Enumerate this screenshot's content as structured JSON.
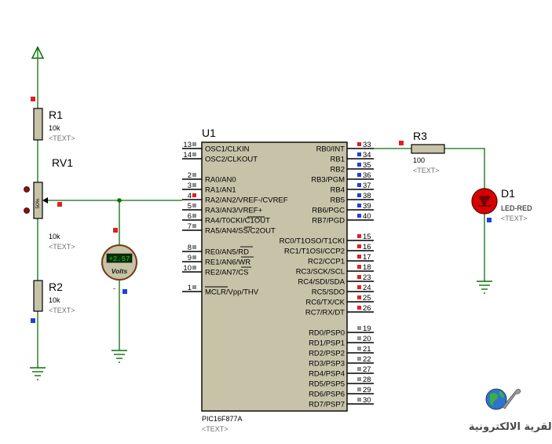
{
  "colors": {
    "wire": "#0a6f0a",
    "chip_fill": "#c6c3a8",
    "component_fill": "#c6c3a8",
    "led_red": "#d80000",
    "pin_red": "#e02020",
    "pin_blue": "#1f3fe0",
    "voltmeter_green": "#19d119"
  },
  "components": {
    "r1": {
      "ref": "R1",
      "value": "10k",
      "text": "<TEXT>"
    },
    "rv1": {
      "ref": "RV1",
      "value": "10k",
      "text": "<TEXT>",
      "percent": "50%"
    },
    "r2": {
      "ref": "R2",
      "value": "10k",
      "text": "<TEXT>"
    },
    "r3": {
      "ref": "R3",
      "value": "100",
      "text": "<TEXT>"
    },
    "d1": {
      "ref": "D1",
      "value": "LED-RED",
      "text": "<TEXT>"
    },
    "voltmeter": {
      "reading": "+2.57",
      "unit": "Volts"
    },
    "u1": {
      "ref": "U1",
      "part": "PIC16F877A",
      "text": "<TEXT>"
    }
  },
  "u1_left_pins": [
    {
      "num": "13",
      "label": "OSC1/CLKIN"
    },
    {
      "num": "14",
      "label": "OSC2/CLKOUT"
    },
    {
      "num": "2",
      "label": "RA0/AN0"
    },
    {
      "num": "3",
      "label": "RA1/AN1"
    },
    {
      "num": "4",
      "label": "RA2/AN2/VREF-/CVREF"
    },
    {
      "num": "5",
      "label": "RA3/AN3/VREF+"
    },
    {
      "num": "6",
      "label": "RA4/T0CKI/C1OUT"
    },
    {
      "num": "7",
      "label": "RA5/AN4/SS/C2OUT"
    },
    {
      "num": "8",
      "label": "RE0/AN5/RD"
    },
    {
      "num": "9",
      "label": "RE1/AN6/WR"
    },
    {
      "num": "10",
      "label": "RE2/AN7/CS"
    },
    {
      "num": "1",
      "label": "MCLR/Vpp/THV"
    }
  ],
  "u1_right_pins": [
    {
      "num": "33",
      "label": "RB0/INT"
    },
    {
      "num": "34",
      "label": "RB1"
    },
    {
      "num": "35",
      "label": "RB2"
    },
    {
      "num": "36",
      "label": "RB3/PGM"
    },
    {
      "num": "37",
      "label": "RB4"
    },
    {
      "num": "38",
      "label": "RB5"
    },
    {
      "num": "39",
      "label": "RB6/PGC"
    },
    {
      "num": "40",
      "label": "RB7/PGD"
    },
    {
      "num": "15",
      "label": "RC0/T1OSO/T1CKI"
    },
    {
      "num": "16",
      "label": "RC1/T1OSI/CCP2"
    },
    {
      "num": "17",
      "label": "RC2/CCP1"
    },
    {
      "num": "18",
      "label": "RC3/SCK/SCL"
    },
    {
      "num": "23",
      "label": "RC4/SDI/SDA"
    },
    {
      "num": "24",
      "label": "RC5/SDO"
    },
    {
      "num": "25",
      "label": "RC6/TX/CK"
    },
    {
      "num": "26",
      "label": "RC7/RX/DT"
    },
    {
      "num": "19",
      "label": "RD0/PSP0"
    },
    {
      "num": "20",
      "label": "RD1/PSP1"
    },
    {
      "num": "21",
      "label": "RD2/PSP2"
    },
    {
      "num": "22",
      "label": "RD3/PSP3"
    },
    {
      "num": "27",
      "label": "RD4/PSP4"
    },
    {
      "num": "28",
      "label": "RD5/PSP5"
    },
    {
      "num": "29",
      "label": "RD6/PSP6"
    },
    {
      "num": "30",
      "label": "RD7/PSP7"
    }
  ],
  "watermark": {
    "text": "القرية الالكترونية",
    "icon": "globe-wrench-logo-icon"
  }
}
